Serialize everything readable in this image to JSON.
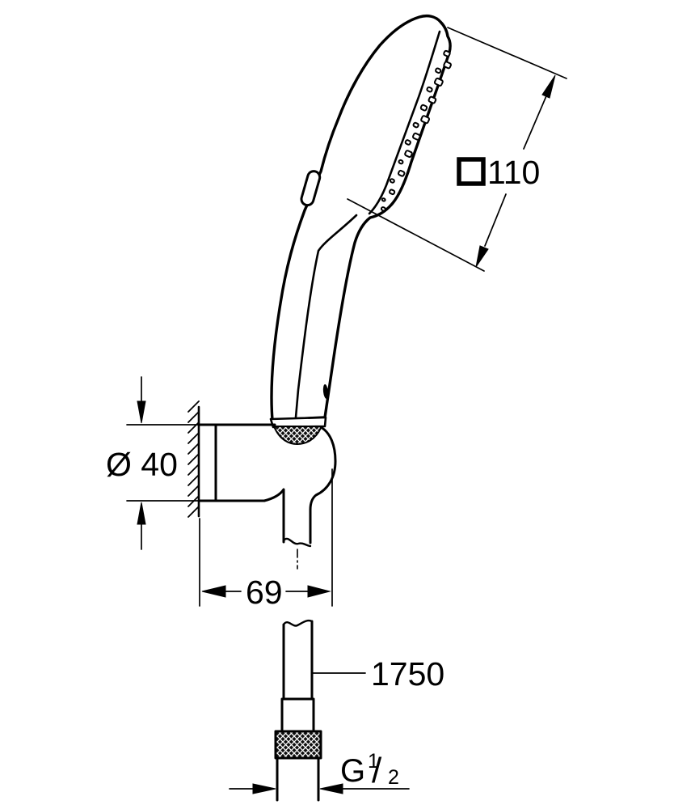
{
  "figure": {
    "kind": "technical-dimension-drawing",
    "line_color": "#000000",
    "background_color": "#ffffff",
    "labels": {
      "head_size": {
        "symbol": "□",
        "value": "110"
      },
      "holder_diameter": "Ø 40",
      "holder_projection": "69",
      "hose_length": "1750",
      "thread": {
        "prefix": "G",
        "numerator": "1",
        "slash": "/",
        "denominator": "2"
      }
    }
  }
}
